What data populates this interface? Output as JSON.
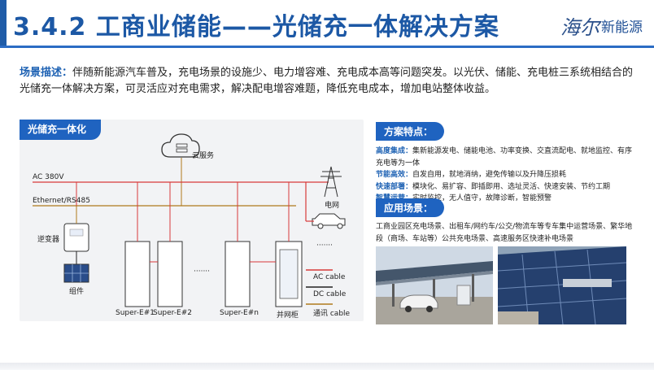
{
  "header": {
    "title": "3.4.2 工商业储能——光储充一体解决方案",
    "brand_script": "海尔",
    "brand_text": "新能源"
  },
  "description": {
    "label": "场景描述：",
    "text": "伴随新能源汽车普及，充电场景的设施少、电力增容难、充电成本高等问题突发。以光伏、储能、充电桩三系统相结合的光储充一体解决方案，可灵活应对充电需求，解决配电增容难题，降低充电成本，增加电站整体收益。"
  },
  "diagram": {
    "tag": "光储充一体化",
    "cloud": "云服务",
    "ac_bus": "AC 380V",
    "eth_bus": "Ethernet/RS485",
    "grid": "电网",
    "inverter": "逆变器",
    "pv": "组件",
    "units": [
      "Super-E#1",
      "Super-E#2",
      "Super-E#n"
    ],
    "cabinet": "并网柜",
    "ellipsis": "·······",
    "legend": [
      "AC cable",
      "DC cable",
      "通讯 cable"
    ],
    "colors": {
      "ac": "#d83a3a",
      "dc": "#222222",
      "comm": "#b07a1c"
    }
  },
  "features": {
    "heading": "方案特点：",
    "items": [
      {
        "key": "高度集成：",
        "text": "集新能源发电、储能电池、功率变换、交直流配电、就地监控、有序充电等为一体"
      },
      {
        "key": "节能高效：",
        "text": "自发自用，就地消纳，避免传输以及升降压损耗"
      },
      {
        "key": "快速部署：",
        "text": "模块化、易扩容、即插即用、选址灵活、快速安装、节约工期"
      },
      {
        "key": "智慧运营：",
        "text": "实时监控，无人值守，故障诊断，智能预警"
      }
    ]
  },
  "scenarios": {
    "heading": "应用场景：",
    "text": "工商业园区充电场景、出租车/网约车/公交/物流车等专车集中运营场景、繁华地段（商场、车站等）公共充电场景、高速服务区快速补电场景"
  },
  "photos": [
    "carport-photo",
    "rooftop-pv-photo"
  ]
}
